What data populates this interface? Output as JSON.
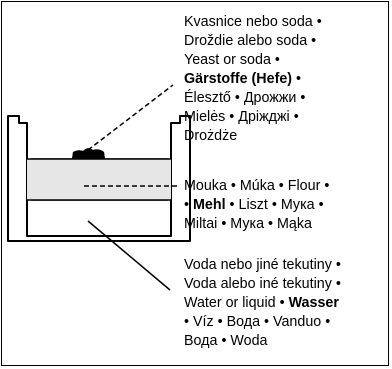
{
  "labels": {
    "yeast": [
      [
        {
          "t": "Kvasnice nebo soda •"
        }
      ],
      [
        {
          "t": "Droždie alebo soda •"
        }
      ],
      [
        {
          "t": "Yeast or soda •"
        }
      ],
      [
        {
          "t": "Gärstoffe (Hefe)",
          "b": true
        },
        {
          "t": " •"
        }
      ],
      [
        {
          "t": "Élesztő • Дрожжи •"
        }
      ],
      [
        {
          "t": "Mielės • Дріжджі •"
        }
      ],
      [
        {
          "t": "Drożdże"
        }
      ]
    ],
    "flour": [
      [
        {
          "t": "Mouka • Múka • Flour •"
        }
      ],
      [
        {
          "t": "• "
        },
        {
          "t": "Mehl",
          "b": true
        },
        {
          "t": " • Liszt • Мука •"
        }
      ],
      [
        {
          "t": "Miltai • Мука • Mąka"
        }
      ]
    ],
    "water": [
      [
        {
          "t": "Voda nebo jiné tekutiny •"
        }
      ],
      [
        {
          "t": "Voda alebo iné tekutiny •"
        }
      ],
      [
        {
          "t": "Water or liquid • "
        },
        {
          "t": "Wasser",
          "b": true
        }
      ],
      [
        {
          "t": "• Víz • Вода • Vanduo •"
        }
      ],
      [
        {
          "t": "Вода • Woda"
        }
      ]
    ]
  }
}
